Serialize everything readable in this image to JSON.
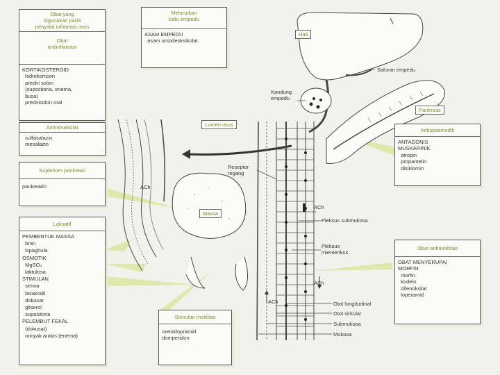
{
  "boxes": {
    "ibd": {
      "header": "Obat yang\ndigunakan pada\npenyakit inflamasi usus"
    },
    "anti_inflam": {
      "header": "Obat\nantiinflamasi"
    },
    "kortiko": {
      "body": "KORTIKOSTEROID\n  hidrokortison\n  predni solon\n  (supositoria, enema,\n  busa)\n  prednisolon oral"
    },
    "aminosal": {
      "header": "Aminosalisilat",
      "body": "  sulfasalazin\n  mesalazin"
    },
    "suplemen": {
      "header": "Suplemen pankreas",
      "body": "pankreatin"
    },
    "laksatif": {
      "header": "Laksatif",
      "body": "PEMBENTUK MASSA\n  bran\n  ispaghula\nOSMOTIK\n  MgSO₄\n  laktulosa\nSTIMULAN\n  senna\n  bisakodil\n  dokusat\n  gliserol\n  supositoria\nPELEMBUT FEKAL\n  (dokusat)\n  minyak arakis (enema)"
    },
    "empedu": {
      "header": "Melarutkan\nbatu empedu",
      "body": "ASAM EMPEDU\n  asam ursodeoksikolat"
    },
    "antispas": {
      "header": "Antispasmodik",
      "body": "ANTAGONIS\nMUSKARINIK\n  atropin\n  propantelin\n  disiklomin"
    },
    "antimot": {
      "header": "Obat antimotilitas",
      "body": "OBAT MENYERUPAI\nMORFIN\n  morfin\n  kodein\n  difenoksilat\n  loperamid"
    },
    "stimulan_mot": {
      "header": "Stimulan motilitas",
      "body": "metoklopramid\ndomperidon"
    }
  },
  "tags": {
    "hati": "Hati",
    "pankreas": "Pankreas",
    "lumen": "Lumen usus",
    "massa": "Massa"
  },
  "labels": {
    "saluran": "Saluran empedu",
    "kandung": "Kandung\nempedu",
    "reseptor": "Reseptor\nregang",
    "ach1": "ACh",
    "ach2": "ACh",
    "ach3": "ACh",
    "ach4": "ACh",
    "submukosa_plexus": "Pleksus submukosa",
    "mienterikus": "Pleksus\nmienterikus",
    "longit": "Otot longitudinal",
    "sirkular": "Otot sirkular",
    "submukosa": "Submukosa",
    "mukosa": "Mukosa"
  },
  "colors": {
    "accent": "#7a8f2e",
    "callout": "#cfe08c"
  }
}
